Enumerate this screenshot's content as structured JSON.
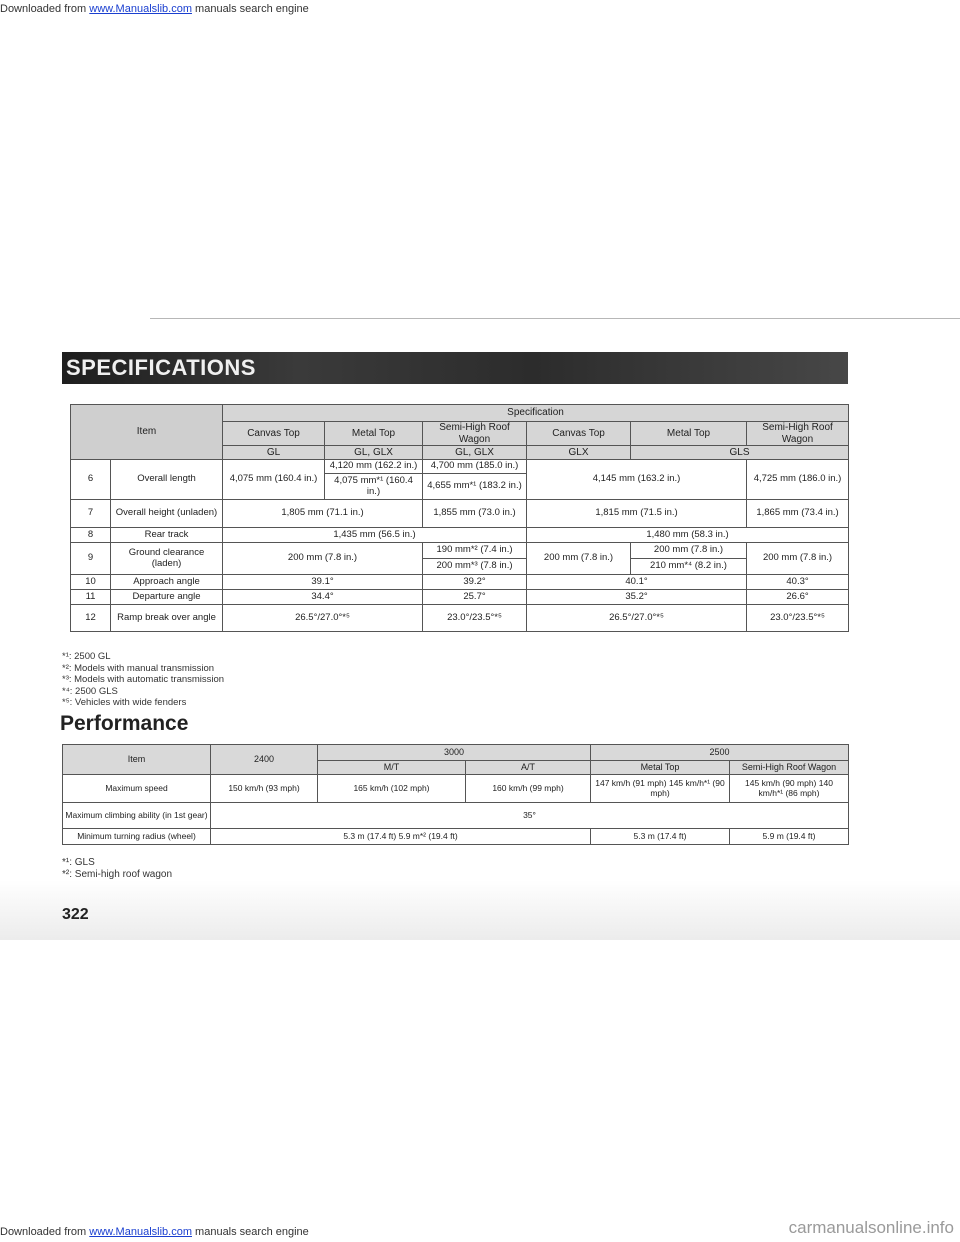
{
  "header": {
    "prefix": "Downloaded from",
    "link": "www.Manualslib.com",
    "suffix": "manuals search engine"
  },
  "banner": {
    "title": "SPECIFICATIONS"
  },
  "spec": {
    "header": {
      "item": "Item",
      "specification": "Specification",
      "models": [
        "Canvas Top",
        "Metal Top",
        "Semi-High Roof Wagon",
        "Canvas Top",
        "Metal Top",
        "Semi-High Roof Wagon"
      ],
      "grades": [
        "GL",
        "GL, GLX",
        "GL, GLX",
        "GLX",
        "GLS"
      ]
    },
    "rows": {
      "r6": {
        "no": "6",
        "item": "Overall length",
        "c1": "4,075 mm (160.4 in.)",
        "c2a": "4,120 mm (162.2 in.)",
        "c3a": "4,700 mm (185.0 in.)",
        "c2b": "4,075 mm*¹ (160.4 in.)",
        "c3b": "4,655 mm*¹ (183.2 in.)",
        "c45": "4,145 mm (163.2 in.)",
        "c6": "4,725 mm (186.0 in.)"
      },
      "r7": {
        "no": "7",
        "item": "Overall height (unladen)",
        "c12": "1,805 mm (71.1 in.)",
        "c3": "1,855 mm (73.0 in.)",
        "c45": "1,815 mm (71.5 in.)",
        "c6": "1,865 mm (73.4 in.)"
      },
      "r8": {
        "no": "8",
        "item": "Rear track",
        "c123": "1,435 mm (56.5 in.)",
        "c456": "1,480 mm (58.3 in.)"
      },
      "r9": {
        "no": "9",
        "item": "Ground clearance (laden)",
        "c12": "200 mm (7.8 in.)",
        "c3a": "190 mm*² (7.4 in.)",
        "c3b": "200 mm*³ (7.8 in.)",
        "c4": "200 mm (7.8 in.)",
        "c5a": "200 mm (7.8 in.)",
        "c5b": "210 mm*⁴ (8.2 in.)",
        "c6": "200 mm (7.8 in.)"
      },
      "r10": {
        "no": "10",
        "item": "Approach angle",
        "c12": "39.1°",
        "c3": "39.2°",
        "c45": "40.1°",
        "c6": "40.3°"
      },
      "r11": {
        "no": "11",
        "item": "Departure angle",
        "c12": "34.4°",
        "c3": "25.7°",
        "c45": "35.2°",
        "c6": "26.6°"
      },
      "r12": {
        "no": "12",
        "item": "Ramp break over angle",
        "c12": "26.5°/27.0°*⁵",
        "c3": "23.0°/23.5°*⁵",
        "c45": "26.5°/27.0°*⁵",
        "c6": "23.0°/23.5°*⁵"
      }
    },
    "notes": [
      "*¹: 2500 GL",
      "*²: Models with manual transmission",
      "*³: Models with automatic transmission",
      "*⁴: 2500 GLS",
      "*⁵: Vehicles with wide fenders"
    ]
  },
  "performance": {
    "title": "Performance",
    "header": {
      "item": "Item",
      "c2400": "2400",
      "c3000": "3000",
      "c2500": "2500",
      "mt": "M/T",
      "at": "A/T",
      "metal_top": "Metal Top",
      "semi_high": "Semi-High Roof Wagon"
    },
    "rows": {
      "speed": {
        "item": "Maximum speed",
        "c2400": "150 km/h (93 mph)",
        "mt": "165 km/h (102 mph)",
        "at": "160 km/h (99 mph)",
        "metal_top": "147 km/h (91 mph) 145 km/h*¹ (90 mph)",
        "semi_high": "145 km/h (90 mph) 140 km/h*¹ (86 mph)"
      },
      "climb": {
        "item": "Maximum climbing ability (in 1st gear)",
        "value": "35°"
      },
      "turn": {
        "item": "Minimum turning radius (wheel)",
        "c2400_3000": "5.3 m (17.4 ft) 5.9 m*² (19.4 ft)",
        "metal_top": "5.3 m (17.4 ft)",
        "semi_high": "5.9 m (19.4 ft)"
      }
    },
    "notes": [
      "*¹: GLS",
      "*²: Semi-high roof wagon"
    ]
  },
  "page_number": "322",
  "footer": {
    "prefix": "Downloaded from",
    "link": "www.Manualslib.com",
    "suffix": "manuals search engine",
    "watermark": "carmanualsonline.info"
  }
}
